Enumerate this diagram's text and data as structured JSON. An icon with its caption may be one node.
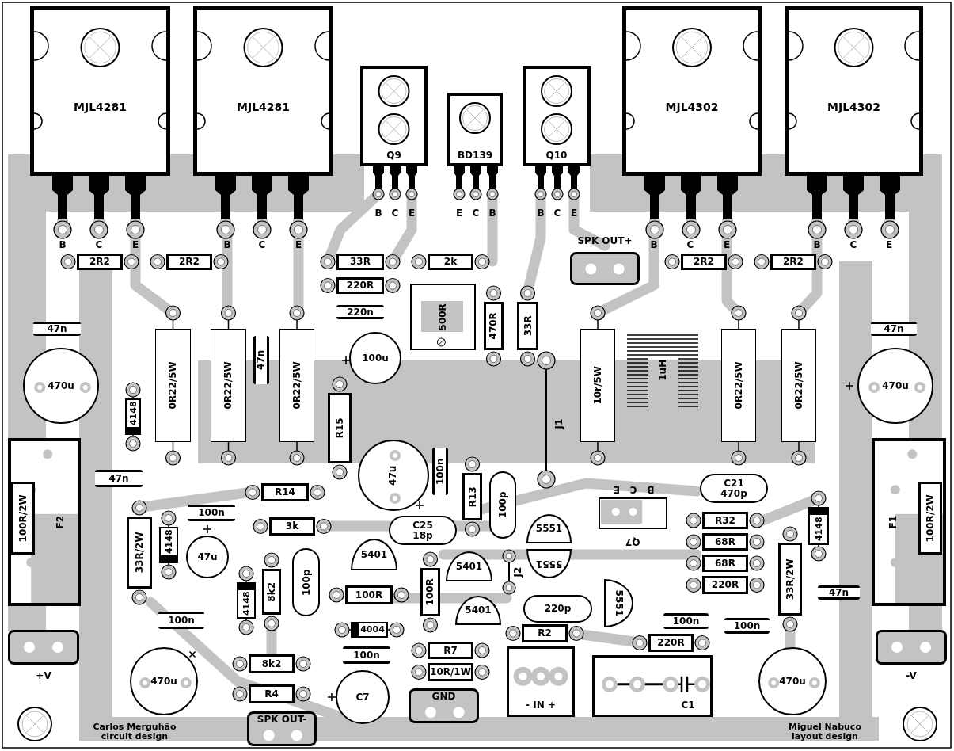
{
  "diagram": {
    "nodes": [
      {
        "text": [
          "MJL4281"
        ]
      },
      {
        "text": [
          "MJL4281"
        ]
      },
      {
        "text": [
          "Q9"
        ]
      },
      {
        "text": [
          "BD139"
        ]
      },
      {
        "text": [
          "Q10"
        ]
      },
      {
        "text": [
          "MJL4302"
        ]
      },
      {
        "text": [
          "MJL4302"
        ]
      },
      {
        "text": [
          "SPK OUT+"
        ]
      },
      {
        "text": [
          "2R2"
        ]
      },
      {
        "text": [
          "2R2"
        ]
      },
      {
        "text": [
          "33R"
        ]
      },
      {
        "text": [
          "2k"
        ]
      },
      {
        "text": [
          "2R2"
        ]
      },
      {
        "text": [
          "2R2"
        ]
      },
      {
        "text": [
          "220R"
        ]
      },
      {
        "text": [
          "500R"
        ]
      },
      {
        "text": [
          "470R"
        ]
      },
      {
        "text": [
          "33R"
        ]
      },
      {
        "text": [
          "220n"
        ]
      },
      {
        "text": [
          "47n"
        ]
      },
      {
        "text": [
          "47n"
        ]
      },
      {
        "text": [
          "0R22/5W"
        ]
      },
      {
        "text": [
          "0R22/5W"
        ]
      },
      {
        "text": [
          "47n"
        ]
      },
      {
        "text": [
          "0R22/5W"
        ]
      },
      {
        "text": [
          "100u"
        ]
      },
      {
        "text": [
          "10r/5W"
        ]
      },
      {
        "text": [
          "1uH"
        ]
      },
      {
        "text": [
          "0R22/5W"
        ]
      },
      {
        "text": [
          "0R22/5W"
        ]
      },
      {
        "text": [
          "470u"
        ]
      },
      {
        "text": [
          "470u"
        ]
      },
      {
        "text": [
          "R15"
        ]
      },
      {
        "text": [
          "4148"
        ]
      },
      {
        "text": [
          "F2"
        ]
      },
      {
        "text": [
          "100R/2W"
        ],
        "in": 34
      },
      {
        "text": [
          "F1"
        ]
      },
      {
        "text": [
          "100R/2W"
        ],
        "in": 36
      },
      {
        "text": [
          "47u"
        ]
      },
      {
        "text": [
          "100n"
        ]
      },
      {
        "text": [
          "47n"
        ]
      },
      {
        "text": [
          "R13"
        ]
      },
      {
        "text": [
          "100p"
        ]
      },
      {
        "text": [
          "C21",
          "470p"
        ]
      },
      {
        "text": [
          "R14"
        ]
      },
      {
        "text": [
          "Q7"
        ]
      },
      {
        "text": [
          "100n"
        ]
      },
      {
        "text": [
          "5551"
        ]
      },
      {
        "text": [
          "C25",
          "18p"
        ]
      },
      {
        "text": [
          "3k"
        ]
      },
      {
        "text": [
          "R32"
        ]
      },
      {
        "text": [
          "4148"
        ]
      },
      {
        "text": [
          "33R/2W"
        ]
      },
      {
        "text": [
          "4148"
        ]
      },
      {
        "text": [
          "68R"
        ]
      },
      {
        "text": [
          "5401"
        ]
      },
      {
        "text": [
          "47u"
        ]
      },
      {
        "text": [
          "5551"
        ]
      },
      {
        "text": [
          "68R"
        ]
      },
      {
        "text": [
          "33R/2W"
        ]
      },
      {
        "text": [
          "100p"
        ]
      },
      {
        "text": [
          "5401"
        ]
      },
      {
        "text": [
          "8k2"
        ]
      },
      {
        "text": [
          "100R"
        ]
      },
      {
        "text": [
          "220R"
        ]
      },
      {
        "text": [
          "4148"
        ]
      },
      {
        "text": [
          "100R"
        ]
      },
      {
        "text": [
          "5551"
        ]
      },
      {
        "text": [
          "47n"
        ]
      },
      {
        "text": [
          "5401"
        ]
      },
      {
        "text": [
          "220p"
        ]
      },
      {
        "text": [
          "100n"
        ]
      },
      {
        "text": [
          "100n"
        ]
      },
      {
        "text": [
          "100n"
        ]
      },
      {
        "text": [
          "4004"
        ]
      },
      {
        "text": [
          "R2"
        ]
      },
      {
        "text": [
          "+V"
        ]
      },
      {
        "text": [
          "-V"
        ]
      },
      {
        "text": [
          "220R"
        ]
      },
      {
        "text": [
          "100n"
        ]
      },
      {
        "text": [
          "R7"
        ]
      },
      {
        "text": [
          "10R/1W"
        ]
      },
      {
        "text": [
          "8k2"
        ]
      },
      {
        "text": [
          "470u"
        ]
      },
      {
        "text": [
          "470u"
        ]
      },
      {
        "text": [
          "- IN +"
        ]
      },
      {
        "text": [
          "C1"
        ]
      },
      {
        "text": [
          "C7"
        ]
      },
      {
        "text": [
          "R4"
        ]
      },
      {
        "text": [
          "GND"
        ]
      },
      {
        "text": [
          "SPK OUT-"
        ]
      }
    ],
    "labels": [
      "B",
      "C",
      "E",
      "E",
      "C",
      "B",
      "B",
      "C",
      "E",
      "B",
      "C",
      "E",
      "B",
      "C",
      "E",
      "B",
      "C",
      "E",
      "B",
      "C",
      "E",
      "J1",
      "E",
      "C",
      "B",
      "J2",
      "Carlos Merguhão circuit design",
      "Miguel Nabuco layout design"
    ]
  }
}
